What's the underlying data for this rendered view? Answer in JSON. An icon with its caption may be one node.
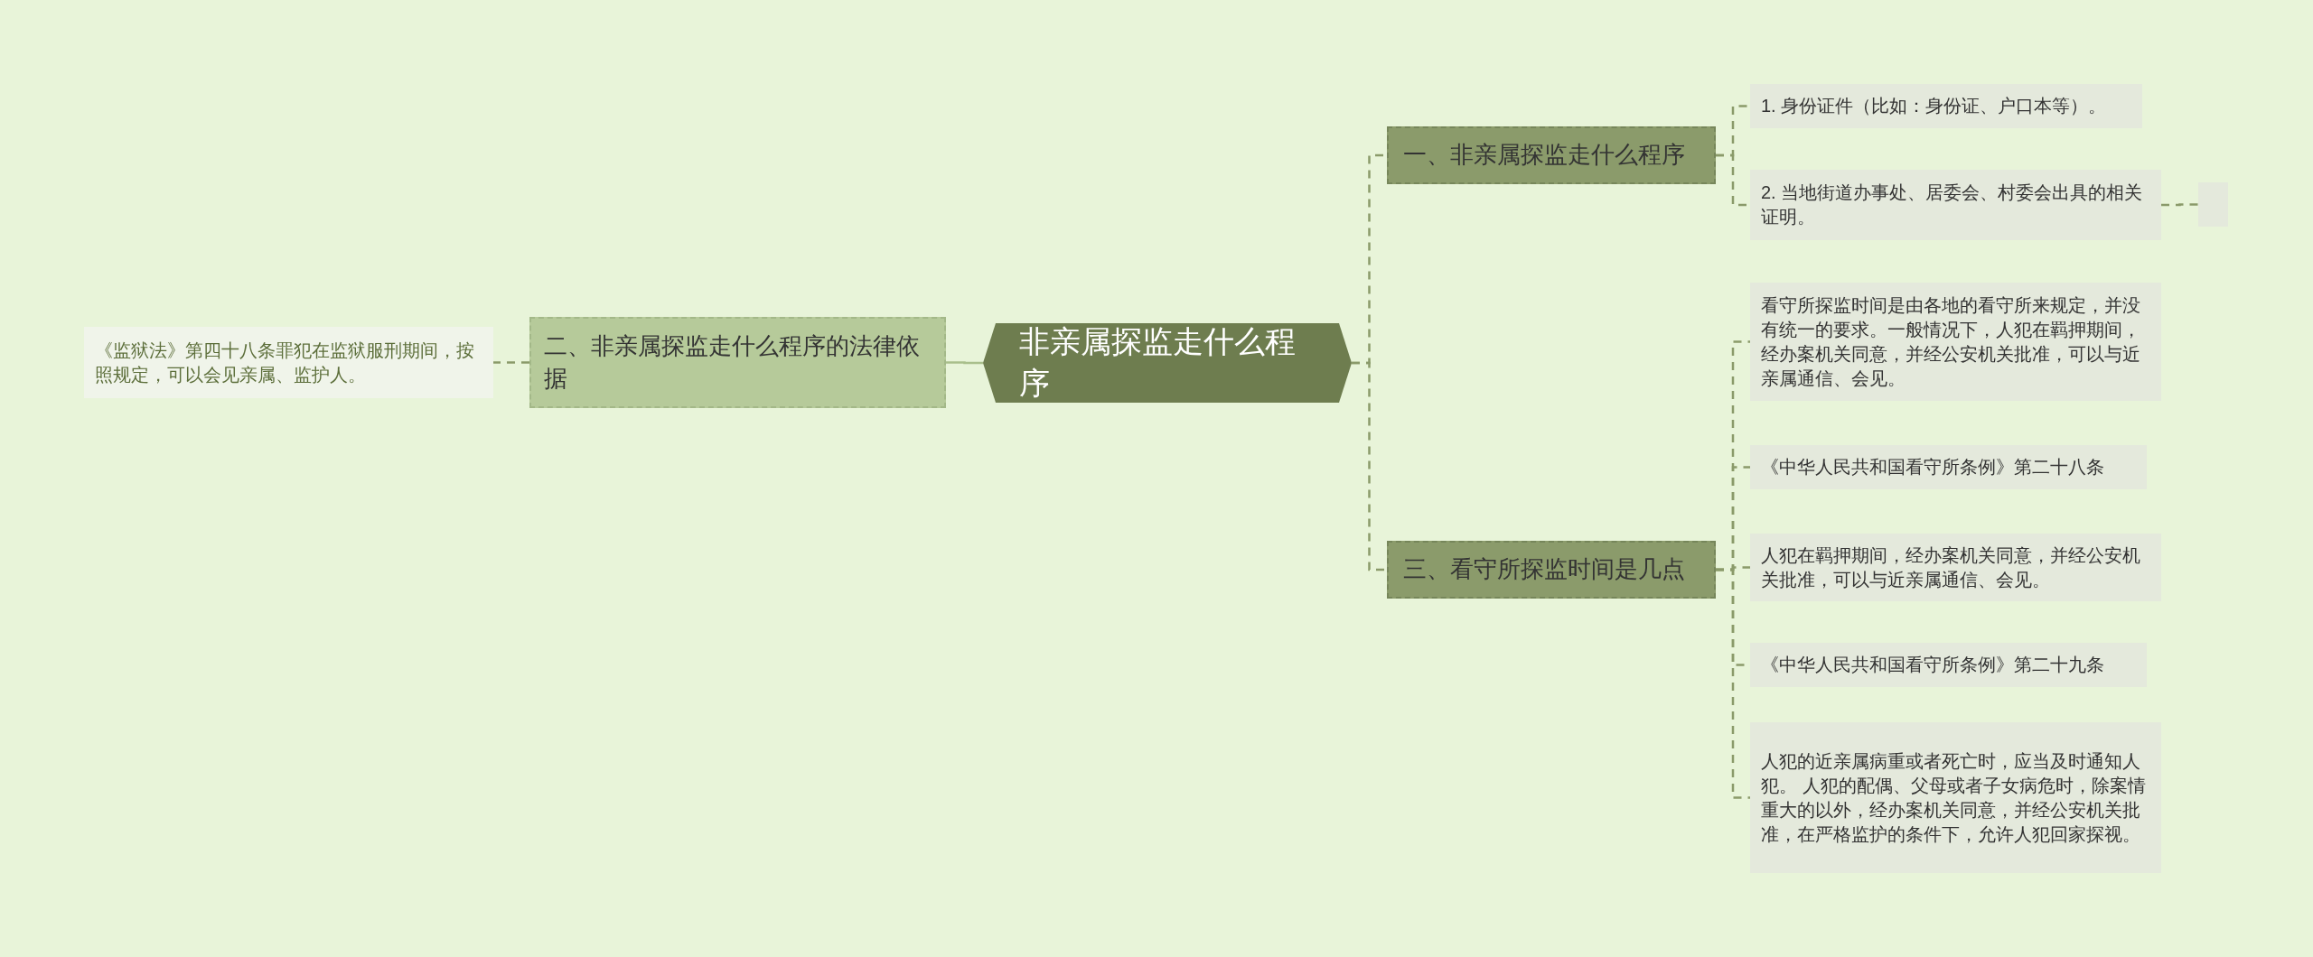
{
  "diagram": {
    "nodes": [
      {
        "text": [
          "非亲属探监走什么程序"
        ]
      },
      {
        "text": [
          "一、非亲属探监走什么程序"
        ]
      },
      {
        "text": [
          "1. 身份证件（比如：身份证、户口本等）。"
        ]
      },
      {
        "text": [
          "2. 当地街道办事处、居委会、村委会出具的相关证明。"
        ]
      },
      {
        "text": [],
        "shape": "box"
      },
      {
        "text": [
          "二、非亲属探监走什么程序的法律依据"
        ]
      },
      {
        "text": [
          "《监狱法》第四十八条罪犯在监狱服刑期间，按照规定，可以会见亲属、监护人。"
        ]
      },
      {
        "text": [
          "三、看守所探监时间是几点"
        ]
      },
      {
        "text": [
          "看守所探监时间是由各地的看守所来规定，并没有统一的要求。一般情况下，人犯在羁押期间，经办案机关同意，并经公安机关批准，可以与近亲属通信、会见。"
        ]
      },
      {
        "text": [
          "《中华人民共和国看守所条例》第二十八条"
        ]
      },
      {
        "text": [
          "人犯在羁押期间，经办案机关同意，并经公安机关批准，可以与近亲属通信、会见。"
        ]
      },
      {
        "text": [
          "《中华人民共和国看守所条例》第二十九条"
        ]
      },
      {
        "text": [
          "人犯的近亲属病重或者死亡时，应当及时通知人犯。 人犯的配偶、父母或者子女病危时，除案情重大的以外，经办案机关同意，并经公安机关批准，在严格监护的条件下，允许人犯回家探视。"
        ]
      }
    ],
    "edges": [
      {
        "from": 0,
        "to": 1,
        "arrow": "none",
        "style": "dashed"
      },
      {
        "from": 0,
        "to": 5,
        "arrow": "none"
      },
      {
        "from": 0,
        "to": 7,
        "arrow": "none",
        "style": "dashed"
      },
      {
        "from": 1,
        "to": 2,
        "arrow": "none",
        "style": "dashed"
      },
      {
        "from": 1,
        "to": 3,
        "arrow": "none",
        "style": "dashed"
      },
      {
        "from": 3,
        "to": 4,
        "arrow": "none",
        "style": "dashed"
      },
      {
        "from": 5,
        "to": 6,
        "arrow": "none",
        "style": "dashed"
      },
      {
        "from": 7,
        "to": 8,
        "arrow": "none",
        "style": "dashed"
      },
      {
        "from": 7,
        "to": 9,
        "arrow": "none",
        "style": "dashed"
      },
      {
        "from": 7,
        "to": 10,
        "arrow": "none",
        "style": "dashed"
      },
      {
        "from": 7,
        "to": 11,
        "arrow": "none",
        "style": "dashed"
      },
      {
        "from": 7,
        "to": 12,
        "arrow": "none",
        "style": "dashed"
      }
    ]
  }
}
